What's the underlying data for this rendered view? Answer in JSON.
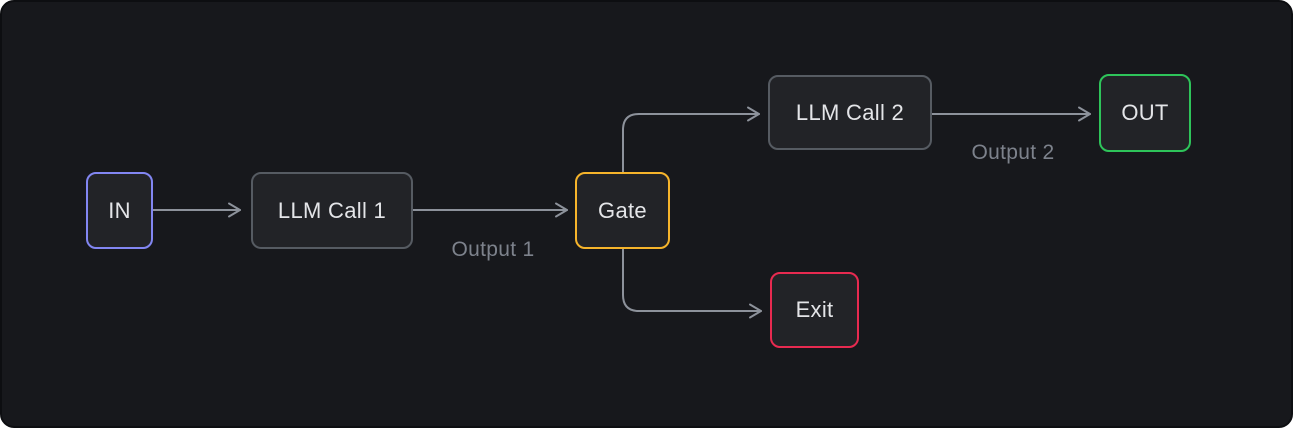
{
  "diagram": {
    "nodes": {
      "in": {
        "label": "IN",
        "border_color": "#8286f2"
      },
      "llm1": {
        "label": "LLM Call 1",
        "border_color": "#565b62"
      },
      "gate": {
        "label": "Gate",
        "border_color": "#f6b42b"
      },
      "llm2": {
        "label": "LLM Call 2",
        "border_color": "#565b62"
      },
      "out": {
        "label": "OUT",
        "border_color": "#2ec45a"
      },
      "exit": {
        "label": "Exit",
        "border_color": "#e82a50"
      }
    },
    "edges": [
      {
        "from": "in",
        "to": "llm1",
        "label": ""
      },
      {
        "from": "llm1",
        "to": "gate",
        "label": "Output 1"
      },
      {
        "from": "gate",
        "to": "llm2",
        "label": ""
      },
      {
        "from": "llm2",
        "to": "out",
        "label": "Output 2"
      },
      {
        "from": "gate",
        "to": "exit",
        "label": ""
      }
    ],
    "colors": {
      "canvas_background": "#17181c",
      "card_border": "#0d0e11",
      "node_fill": "#222327",
      "node_text": "#e4e5e8",
      "edge_stroke": "#8d929b",
      "edge_label_text": "#7d828c"
    }
  }
}
